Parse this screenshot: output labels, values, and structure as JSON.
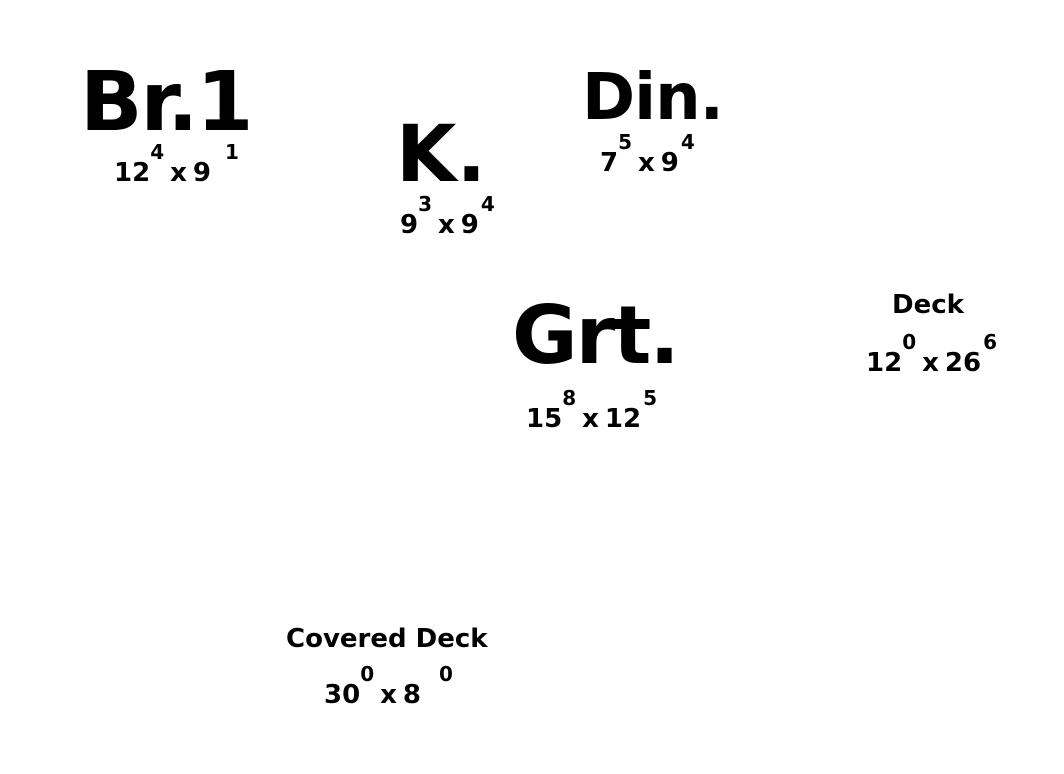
{
  "rooms": {
    "br1": {
      "name": "Br.1",
      "width": "12",
      "width_in": "4",
      "length": "9",
      "length_in": "1"
    },
    "k": {
      "name": "K.",
      "width": "9",
      "width_in": "3",
      "length": "9",
      "length_in": "4"
    },
    "din": {
      "name": "Din.",
      "width": "7",
      "width_in": "5",
      "length": "9",
      "length_in": "4"
    },
    "grt": {
      "name": "Grt.",
      "width": "15",
      "width_in": "8",
      "length": "12",
      "length_in": "5"
    },
    "deck": {
      "name": "Deck",
      "width": "12",
      "width_in": "0",
      "length": "26",
      "length_in": "6"
    },
    "cdeck": {
      "name": "Covered Deck",
      "width": "30",
      "width_in": "0",
      "length": "8",
      "length_in": "0"
    }
  },
  "separator": "x"
}
